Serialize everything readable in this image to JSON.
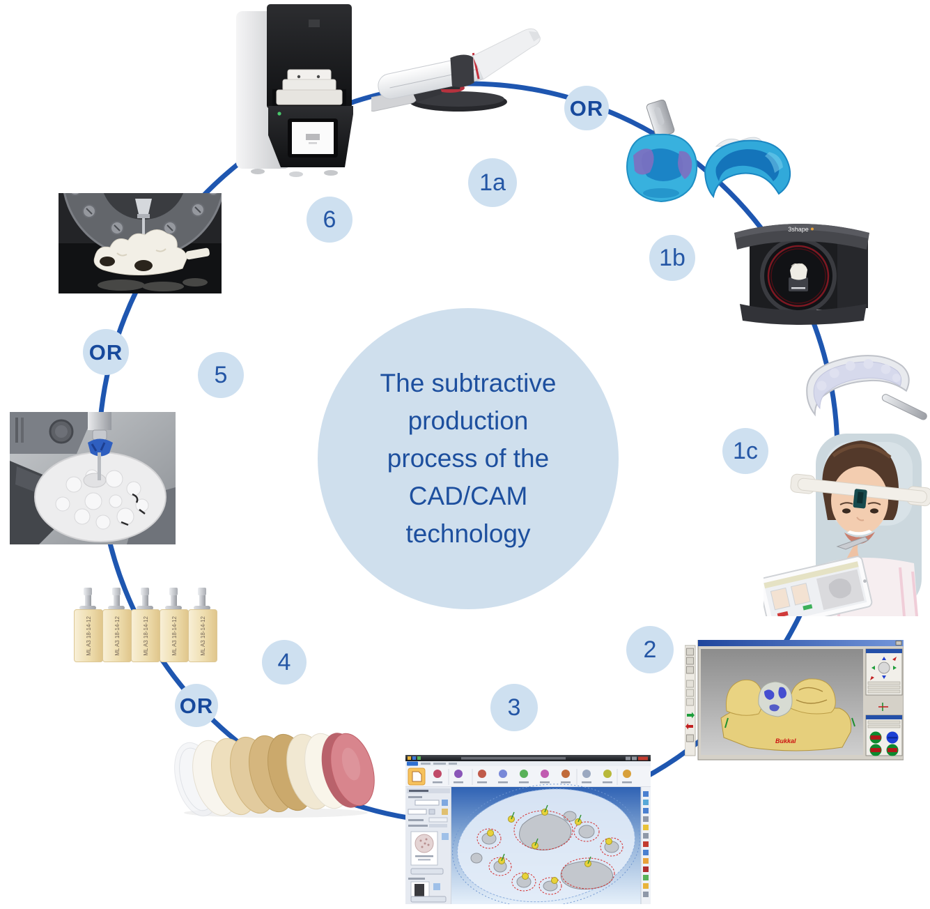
{
  "title_circle": {
    "lines": [
      "The subtractive",
      "production",
      "process of the",
      "CAD/CAM",
      "technology"
    ]
  },
  "badges": {
    "or_top": "OR",
    "or_left": "OR",
    "or_bottom": "OR",
    "step_1a": "1a",
    "step_1b": "1b",
    "step_1c": "1c",
    "step_2": "2",
    "step_3": "3",
    "step_4": "4",
    "step_5": "5",
    "step_6": "6"
  },
  "labels": {
    "milling_blank": "ML A3 18-14-12",
    "lab_scanner_brand": "3shape",
    "cad_view_annotation": "Bukkal"
  },
  "colors": {
    "connector_line": "#1e56b0",
    "badge_background": "#cee0f0",
    "badge_text": "#2456a5",
    "center_circle_background": "#cfdfed",
    "center_text": "#1d4f9e"
  }
}
